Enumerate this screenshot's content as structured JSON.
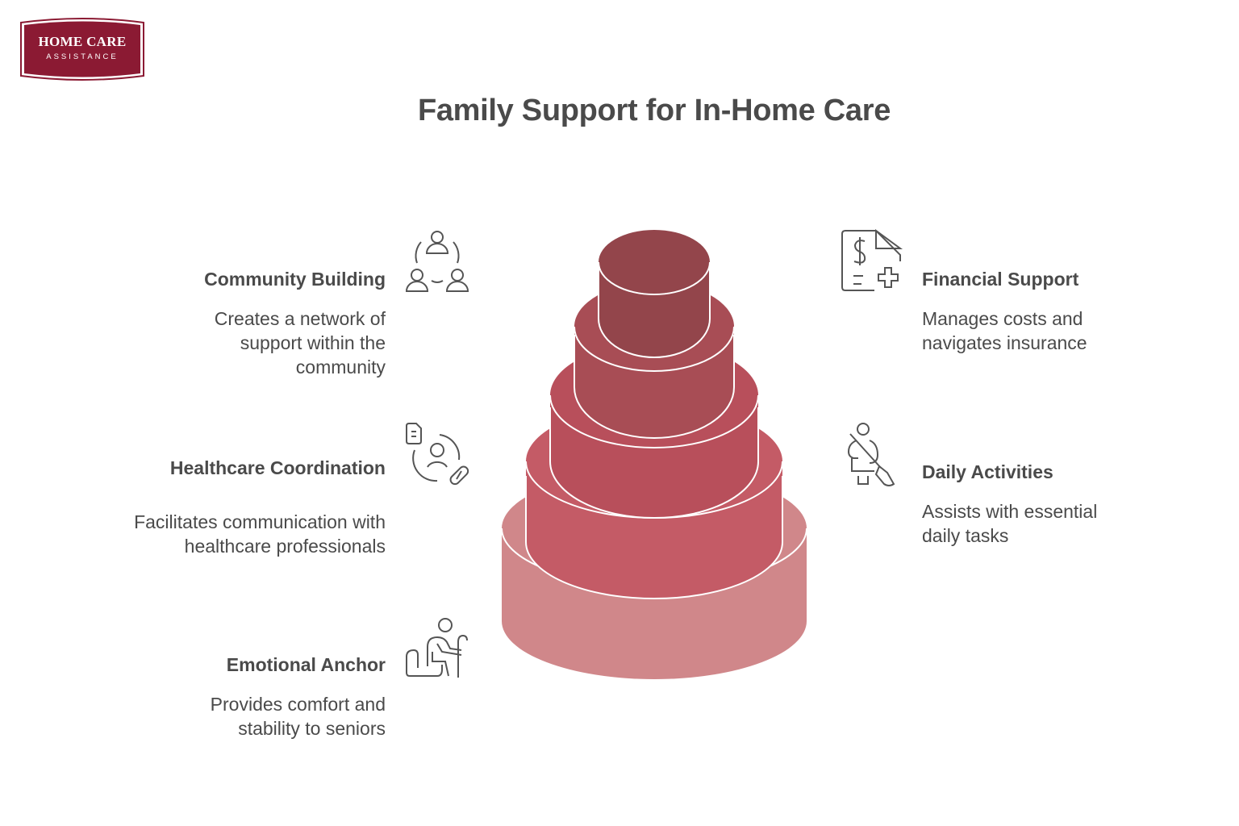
{
  "logo": {
    "line1": "HOME CARE",
    "line2": "ASSISTANCE",
    "color": "#8b1a33"
  },
  "title": "Family Support for In-Home Care",
  "colors": {
    "tier1": "#93454b",
    "tier2": "#a84d55",
    "tier3": "#b84f5b",
    "tier4": "#c45b66",
    "tier5": "#d0878a",
    "text": "#4a4a4a",
    "icon": "#555555"
  },
  "items": {
    "community": {
      "title": "Community Building",
      "desc_lines": [
        "Creates a network of",
        "support within the",
        "community"
      ],
      "icon": "community-group-icon"
    },
    "healthcare": {
      "title": "Healthcare Coordination",
      "desc_lines": [
        "Facilitates communication with",
        "healthcare professionals"
      ],
      "icon": "healthcare-person-pill-icon"
    },
    "emotional": {
      "title": "Emotional Anchor",
      "desc_lines": [
        "Provides comfort and",
        "stability to seniors"
      ],
      "icon": "senior-with-cane-icon"
    },
    "financial": {
      "title": "Financial Support",
      "desc_lines": [
        "Manages costs and",
        "navigates insurance"
      ],
      "icon": "financial-document-icon"
    },
    "daily": {
      "title": "Daily Activities",
      "desc_lines": [
        "Assists with essential",
        "daily tasks"
      ],
      "icon": "person-sweeping-icon"
    }
  }
}
